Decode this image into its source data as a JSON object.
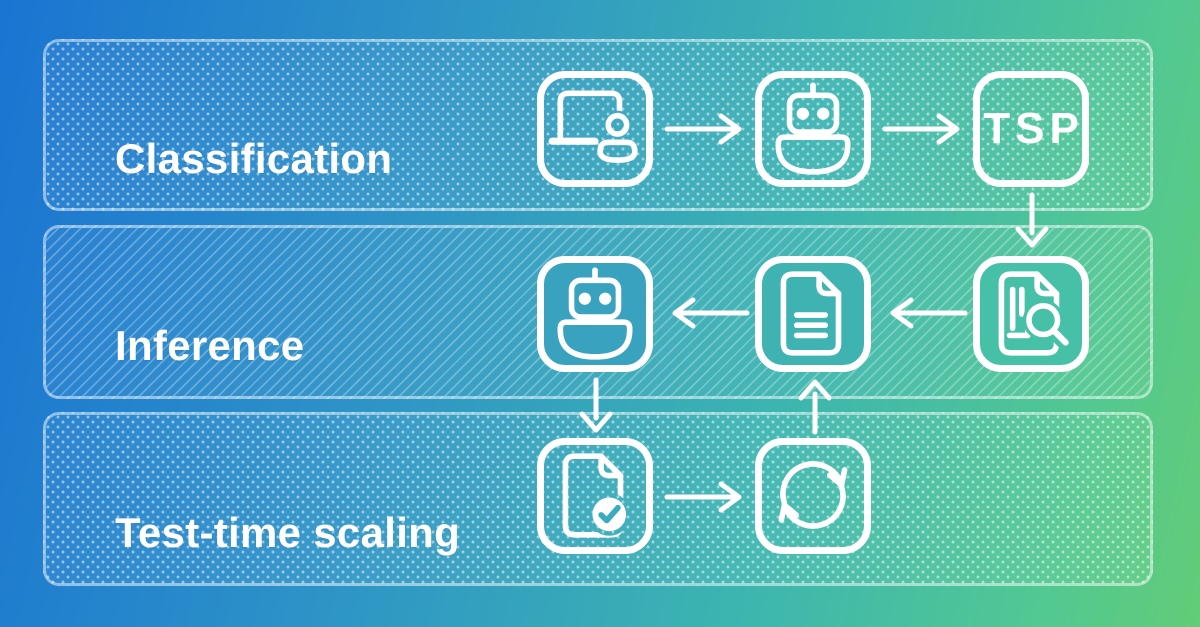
{
  "diagram": {
    "rows": [
      {
        "label": "Classification",
        "pattern": "dots",
        "flow_direction": "right",
        "nodes": [
          "laptop-user",
          "robot",
          "tsp"
        ]
      },
      {
        "label": "Inference",
        "pattern": "diagonal-stripes",
        "flow_direction": "left",
        "nodes": [
          "robot",
          "document",
          "document-search"
        ]
      },
      {
        "label": "Test-time scaling",
        "pattern": "dots",
        "flow_direction": "right",
        "nodes": [
          "document-check",
          "sync"
        ]
      }
    ],
    "tsp_label": "TSP",
    "connections": [
      "laptop-user -> robot",
      "robot -> tsp",
      "tsp v document-search",
      "document-search -> document",
      "document -> robot",
      "robot v document-check",
      "document-check -> sync",
      "sync ^ document"
    ],
    "colors": {
      "gradient_start": "#1a74d2",
      "gradient_mid": "#3cb5b0",
      "gradient_end": "#62cc77",
      "icon_stroke": "#ffffff",
      "panel_border": "rgba(255,255,255,0.48)",
      "inference_node_fills": [
        "#38a2bf",
        "#3fb2b2",
        "#46c0a6"
      ],
      "check_mark": "#39acbd"
    }
  }
}
